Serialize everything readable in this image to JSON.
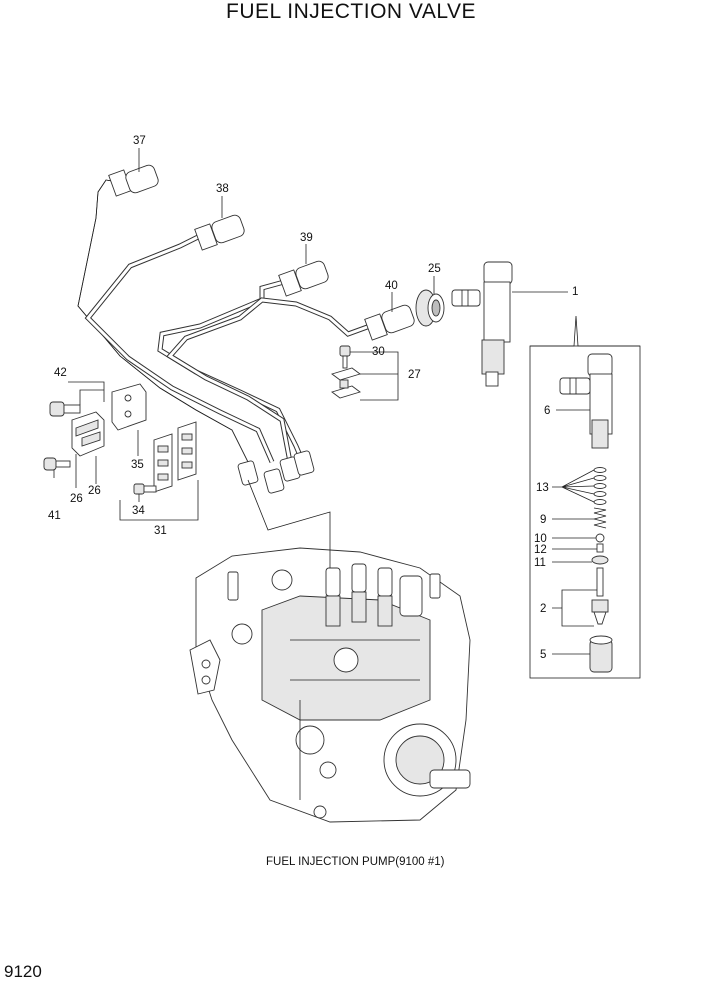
{
  "title": "FUEL INJECTION VALVE",
  "page_number": "9120",
  "pump_caption": "FUEL INJECTION PUMP(9100 #1)",
  "callouts": {
    "c1": "1",
    "c2": "2",
    "c5": "5",
    "c6": "6",
    "c9": "9",
    "c10": "10",
    "c11": "11",
    "c12": "12",
    "c13": "13",
    "c25": "25",
    "c26a": "26",
    "c26b": "26",
    "c27": "27",
    "c30": "30",
    "c31": "31",
    "c34": "34",
    "c35": "35",
    "c37": "37",
    "c38": "38",
    "c39": "39",
    "c40": "40",
    "c41": "41",
    "c42": "42"
  }
}
